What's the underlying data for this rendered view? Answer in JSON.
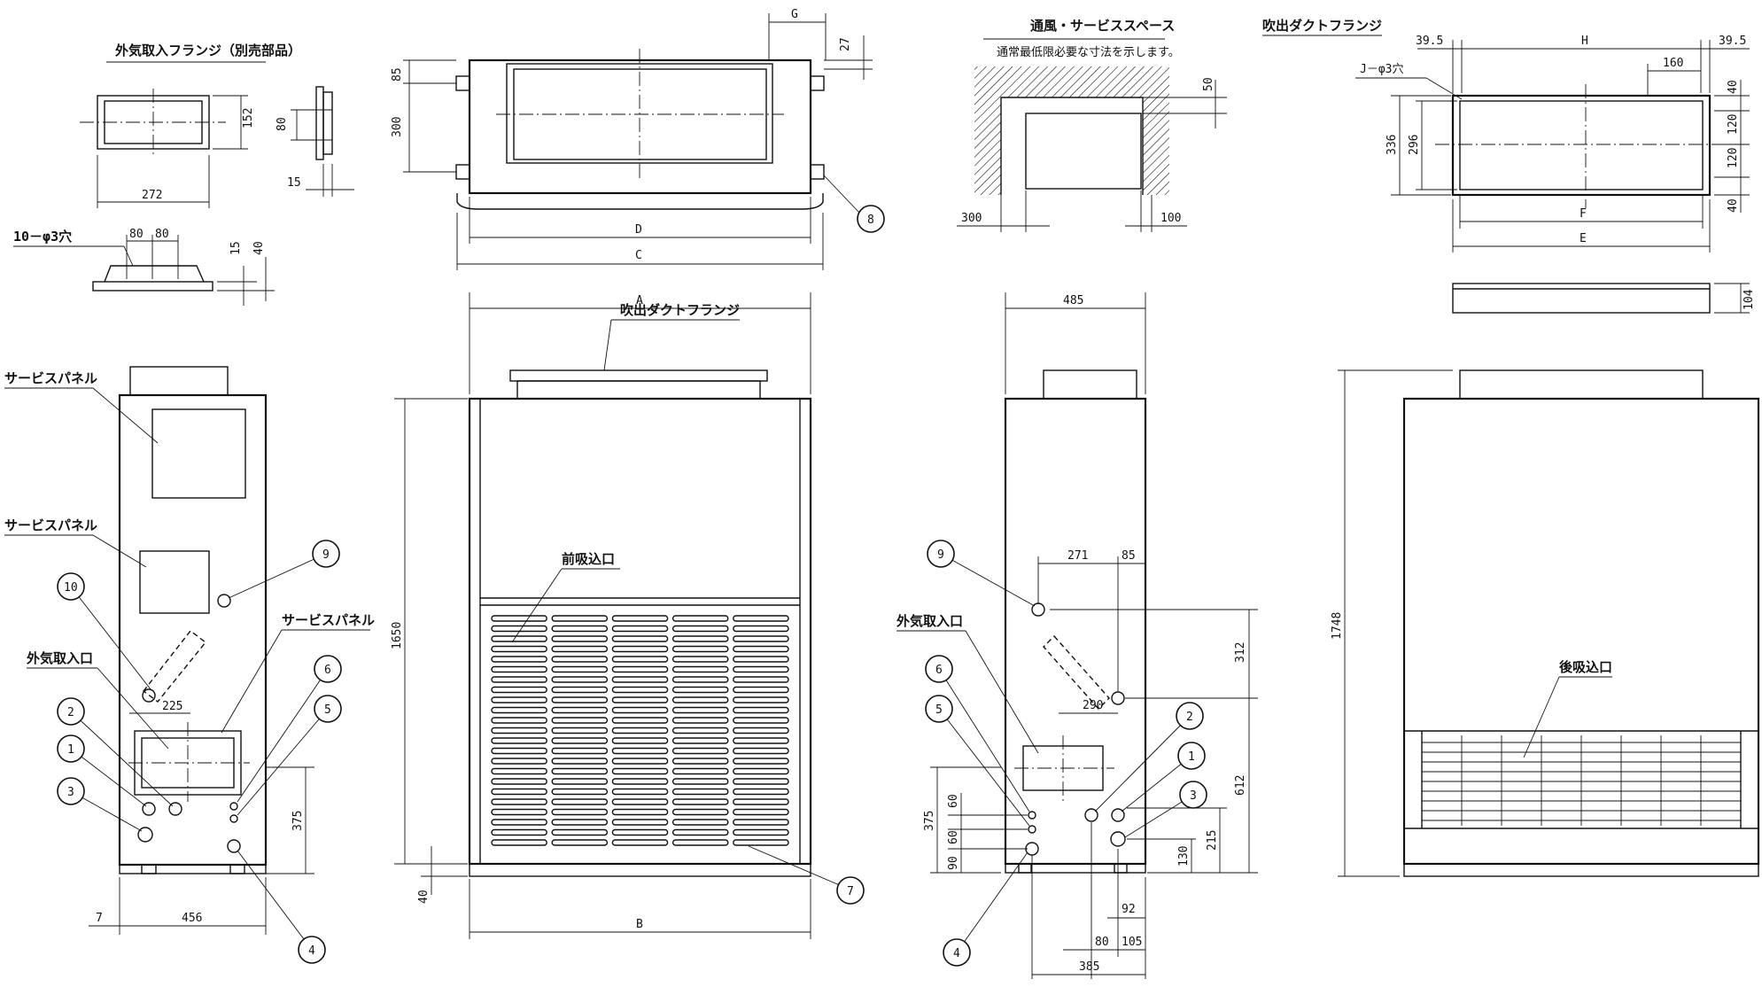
{
  "labels": {
    "outside_air_flange": "外気取入フランジ（別売部品）",
    "outlet_duct_flange_top": "吹出ダクトフランジ",
    "outlet_duct_flange_front": "吹出ダクトフランジ",
    "service_space_title": "通風・サービススペース",
    "service_space_note": "通常最低限必要な寸法を示します。",
    "holes_10": "10－φ3穴",
    "holes_j": "J－φ3穴",
    "service_panel_1": "サービスパネル",
    "service_panel_2": "サービスパネル",
    "service_panel_3": "サービスパネル",
    "outside_air_inlet_left": "外気取入口",
    "outside_air_inlet_right": "外気取入口",
    "front_intake": "前吸込口",
    "rear_intake": "後吸込口"
  },
  "dims": {
    "d272": "272",
    "d152": "152",
    "d80a": "80",
    "d15a": "15",
    "d80b": "80",
    "d80c": "80",
    "d15b": "15",
    "d40a": "40",
    "G": "G",
    "d27": "27",
    "d85a": "85",
    "d300a": "300",
    "D": "D",
    "C": "C",
    "d50": "50",
    "d300b": "300",
    "d100": "100",
    "d39_5a": "39.5",
    "H": "H",
    "d39_5b": "39.5",
    "d160": "160",
    "d40b": "40",
    "d120a": "120",
    "d120b": "120",
    "d40c": "40",
    "d336": "336",
    "d296": "296",
    "F": "F",
    "E": "E",
    "d104": "104",
    "A": "A",
    "d1650": "1650",
    "d40d": "40",
    "B": "B",
    "d225": "225",
    "d375a": "375",
    "d7": "7",
    "d456": "456",
    "d485": "485",
    "d271": "271",
    "d85b": "85",
    "d312": "312",
    "d290": "290",
    "d612": "612",
    "d375b": "375",
    "d60a": "60",
    "d60b": "60",
    "d90": "90",
    "d130": "130",
    "d215": "215",
    "d92": "92",
    "d80d": "80",
    "d105": "105",
    "d385": "385",
    "d1748": "1748"
  },
  "callouts": {
    "c1a": "1",
    "c2a": "2",
    "c3a": "3",
    "c4a": "4",
    "c5a": "5",
    "c6a": "6",
    "c7": "7",
    "c8": "8",
    "c9a": "9",
    "c10": "10",
    "c1b": "1",
    "c2b": "2",
    "c3b": "3",
    "c4b": "4",
    "c5b": "5",
    "c6b": "6",
    "c9b": "9"
  }
}
